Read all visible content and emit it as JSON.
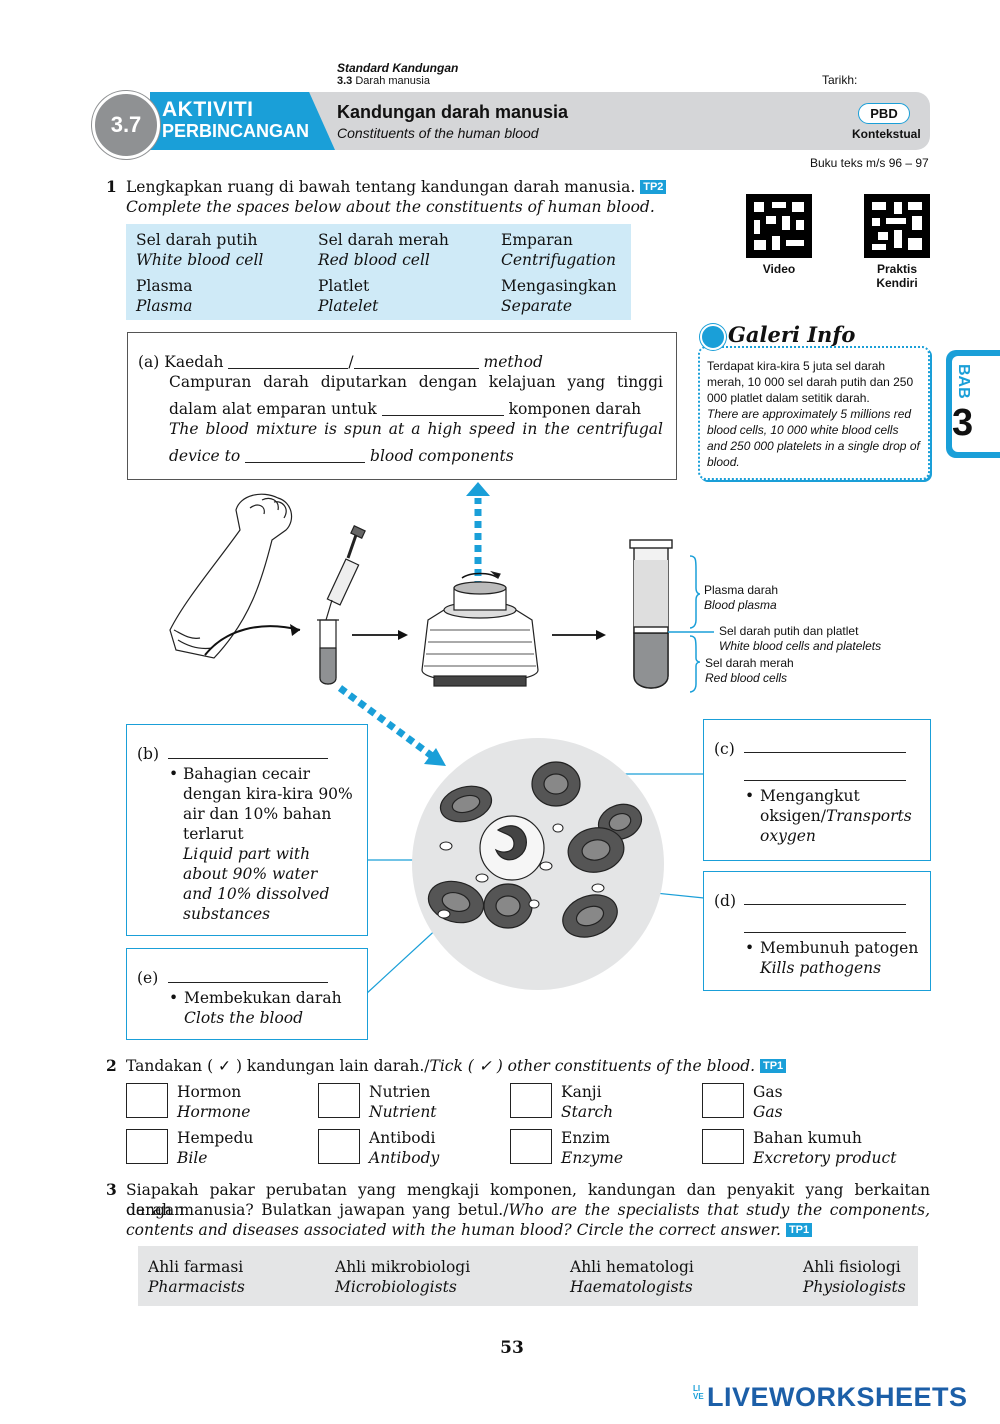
{
  "header": {
    "standard_label": "Standard Kandungan",
    "standard_code": "3.3",
    "standard_title": "Darah manusia",
    "date_label": "Tarikh:",
    "activity_number": "3.7",
    "activity_line1": "AKTIVITI",
    "activity_line2": "PERBINCANGAN",
    "title": "Kandungan darah manusia",
    "subtitle": "Constituents of the human blood",
    "pbd": "PBD",
    "pbd_type": "Kontekstual",
    "textbook_ref": "Buku teks m/s 96 – 97"
  },
  "side_tab": {
    "label": "BAB",
    "number": "3"
  },
  "qr": {
    "video": "Video",
    "practice_line1": "Praktis",
    "practice_line2": "Kendiri"
  },
  "galeri": {
    "title": "Galeri Info",
    "malay": "Terdapat kira-kira 5 juta sel darah merah, 10 000 sel darah putih dan 250 000 platlet dalam setitik darah.",
    "english": "There are approximately 5 millions red blood cells, 10 000 white blood cells and 250 000 platelets in a single drop of blood."
  },
  "q1": {
    "number": "1",
    "malay": "Lengkapkan ruang di bawah tentang kandungan darah manusia.",
    "english": "Complete the spaces below about the constituents of human blood.",
    "tp": "TP2",
    "word_bank": [
      {
        "malay": "Sel darah putih",
        "english": "White blood cell"
      },
      {
        "malay": "Sel darah merah",
        "english": "Red blood cell"
      },
      {
        "malay": "Emparan",
        "english": "Centrifugation"
      },
      {
        "malay": "Plasma",
        "english": "Plasma"
      },
      {
        "malay": "Platlet",
        "english": "Platelet"
      },
      {
        "malay": "Mengasingkan",
        "english": "Separate"
      }
    ],
    "a": {
      "label": "(a)",
      "line1_prefix": "Kaedah",
      "line1_slash": "/",
      "line1_suffix": "method",
      "line2": "Campuran darah diputarkan dengan kelajuan yang tinggi",
      "line3_prefix": "dalam alat emparan untuk",
      "line3_suffix": "komponen darah",
      "line4": "The blood mixture is spun at a high speed in the centrifugal",
      "line5_prefix": "device to",
      "line5_suffix": "blood components"
    },
    "tube_labels": {
      "plasma_malay": "Plasma darah",
      "plasma_english": "Blood plasma",
      "wbc_malay": "Sel darah putih dan platlet",
      "wbc_english": "White blood cells and platelets",
      "rbc_malay": "Sel darah merah",
      "rbc_english": "Red blood cells"
    },
    "b": {
      "label": "(b)",
      "bullet": "•",
      "lines": [
        "Bahagian cecair",
        "dengan kira-kira 90%",
        "air dan 10% bahan",
        "terlarut"
      ],
      "english_lines": [
        "Liquid part with",
        "about 90% water",
        "and 10% dissolved",
        "substances"
      ]
    },
    "c": {
      "label": "(c)",
      "bullet": "•",
      "line1": "Mengangkut",
      "line2_malay": "oksigen/",
      "line2_english": "Transports",
      "line3": "oxygen"
    },
    "d": {
      "label": "(d)",
      "bullet": "•",
      "line1": "Membunuh patogen",
      "line2": "Kills pathogens"
    },
    "e": {
      "label": "(e)",
      "bullet": "•",
      "line1": "Membekukan darah",
      "line2": "Clots the blood"
    }
  },
  "q2": {
    "number": "2",
    "malay_prefix": "Tandakan ( ✓ ) kandungan lain darah./",
    "english": "Tick ( ✓ ) other constituents of the blood.",
    "tp": "TP1",
    "options": [
      {
        "malay": "Hormon",
        "english": "Hormone"
      },
      {
        "malay": "Nutrien",
        "english": "Nutrient"
      },
      {
        "malay": "Kanji",
        "english": "Starch"
      },
      {
        "malay": "Gas",
        "english": "Gas"
      },
      {
        "malay": "Hempedu",
        "english": "Bile"
      },
      {
        "malay": "Antibodi",
        "english": "Antibody"
      },
      {
        "malay": "Enzim",
        "english": "Enzyme"
      },
      {
        "malay": "Bahan kumuh",
        "english": "Excretory product"
      }
    ]
  },
  "q3": {
    "number": "3",
    "line1": "Siapakah pakar perubatan yang mengkaji komponen, kandungan dan penyakit yang berkaitan dengan",
    "line2_malay": "darah manusia? Bulatkan jawapan yang betul./",
    "line2_english": "Who are the specialists that study the components,",
    "line3": "contents and diseases associated with the human blood? Circle the correct answer.",
    "tp": "TP1",
    "choices": [
      {
        "malay": "Ahli farmasi",
        "english": "Pharmacists"
      },
      {
        "malay": "Ahli mikrobiologi",
        "english": "Microbiologists"
      },
      {
        "malay": "Ahli hematologi",
        "english": "Haematologists"
      },
      {
        "malay": "Ahli fisiologi",
        "english": "Physiologists"
      }
    ]
  },
  "page_number": "53",
  "footer_logo": {
    "stack": "LIVE",
    "text": "LIVEWORKSHEETS"
  },
  "colors": {
    "accent": "#1a9fd8",
    "header_gray": "#d5d6d8",
    "word_bank_bg": "#cfeaf7",
    "answer_bg": "#e4e5e6",
    "circle_gray": "#8f9193"
  }
}
